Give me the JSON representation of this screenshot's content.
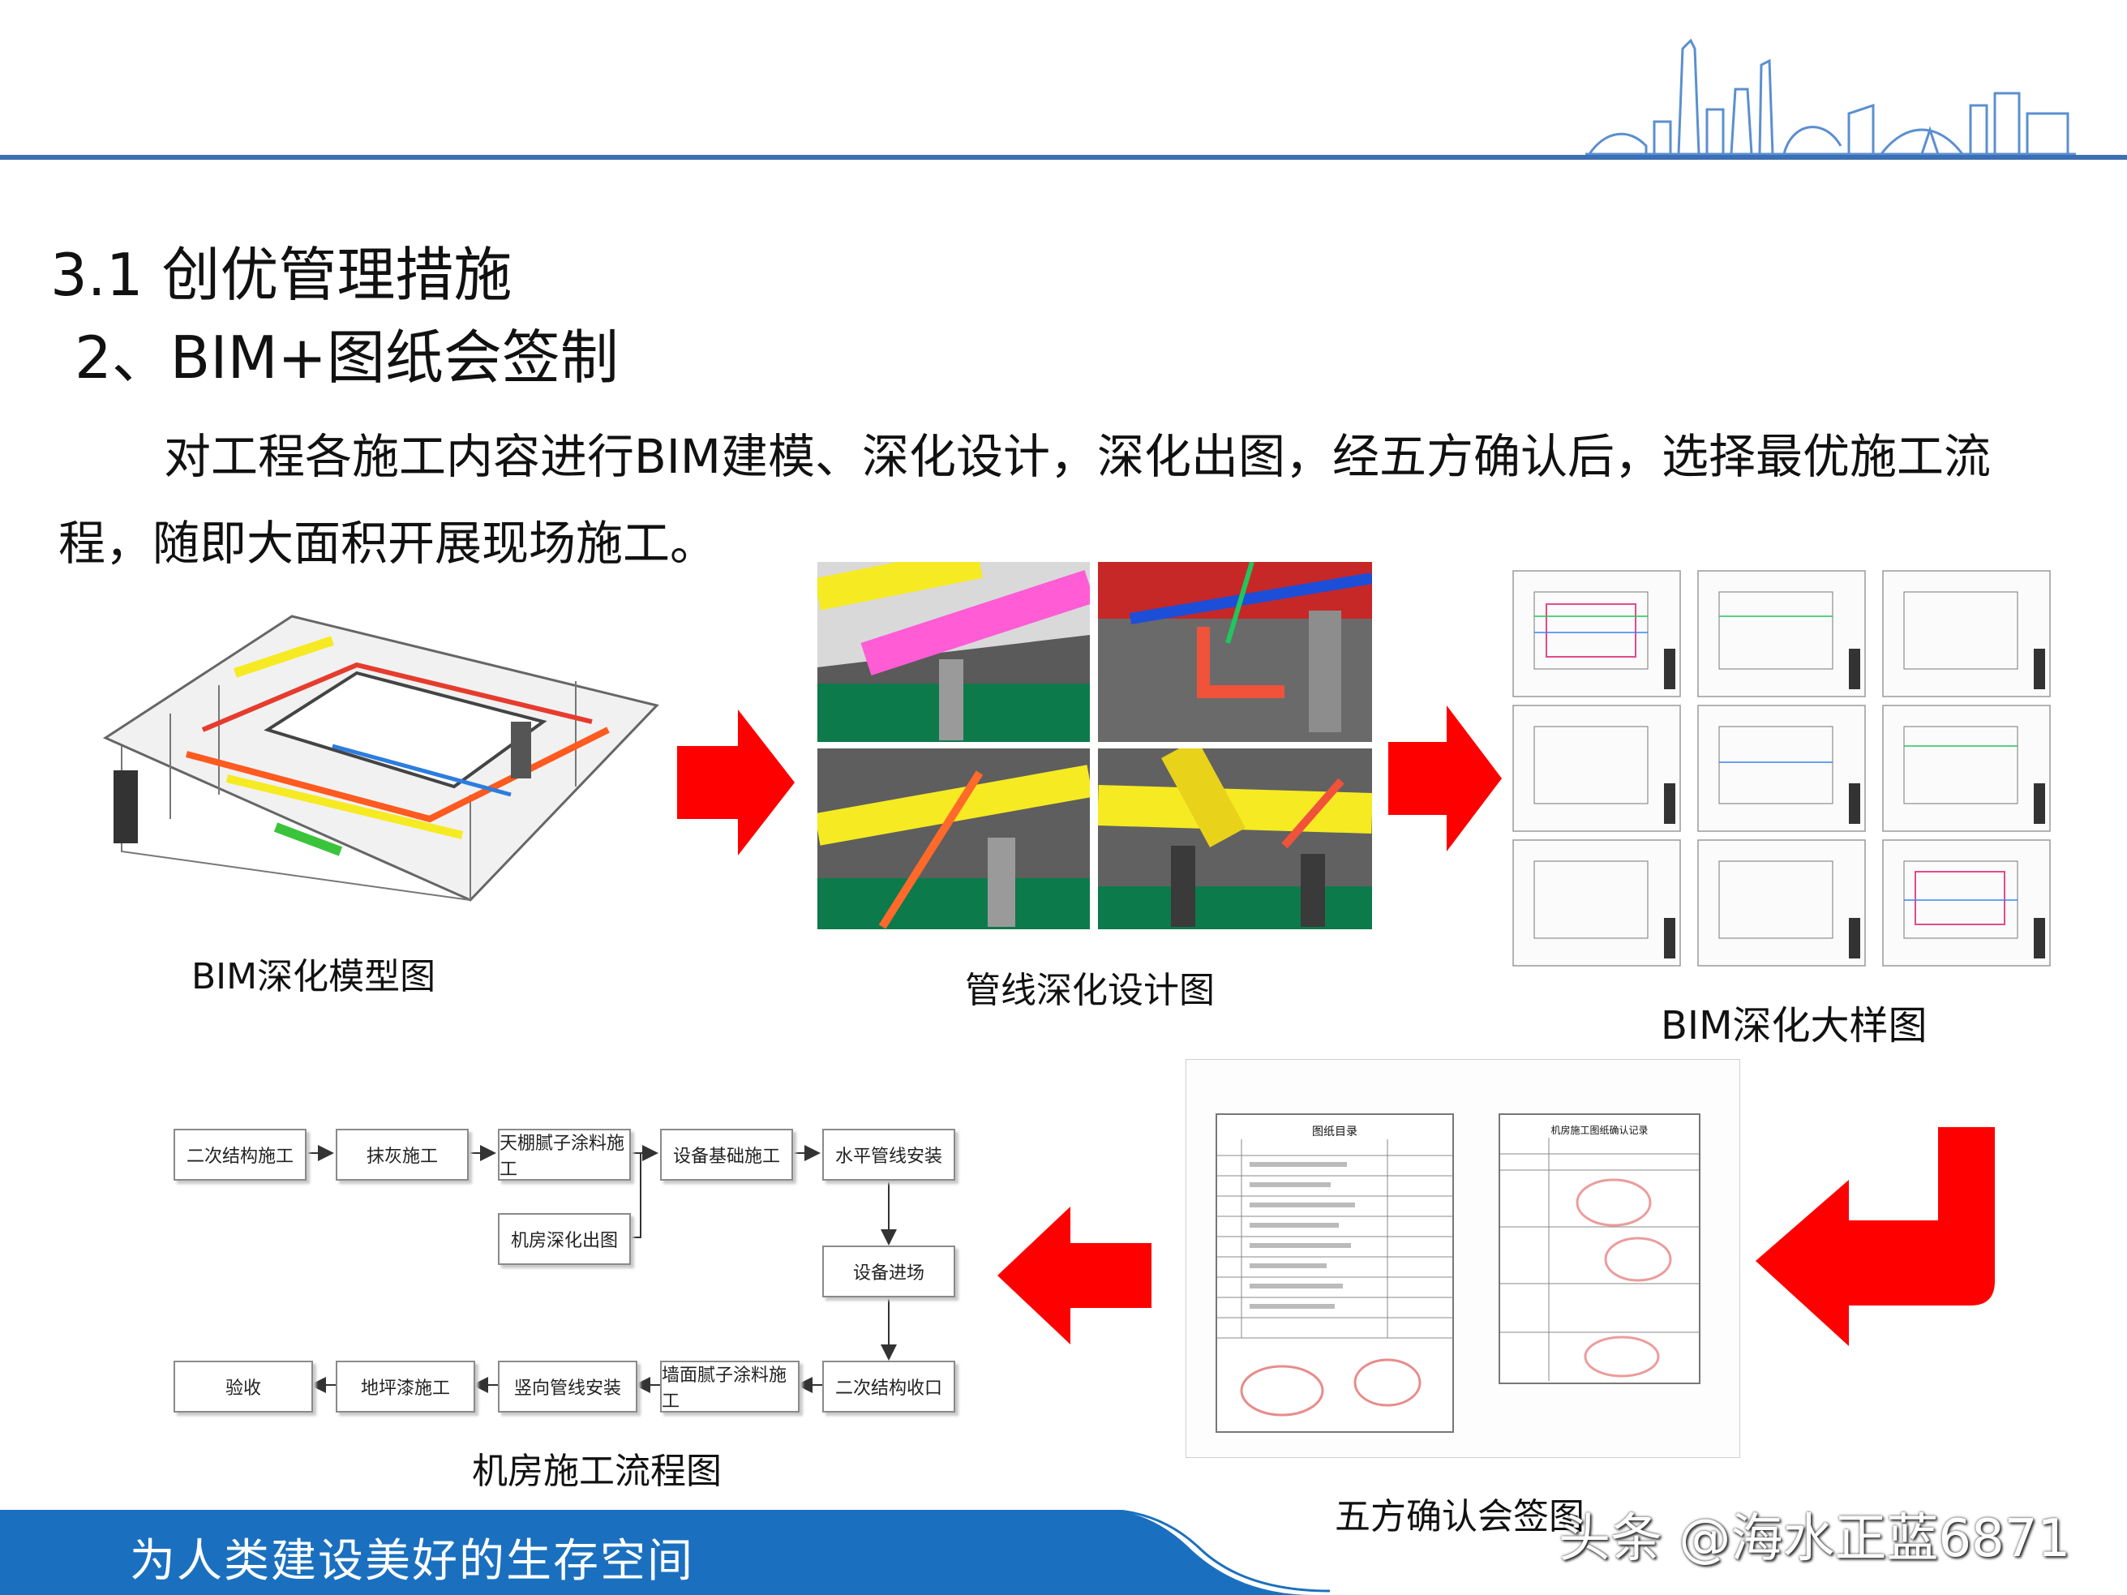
{
  "header": {
    "section_title": "3.1 创优管理措施",
    "sub_title": "2、BIM+图纸会签制",
    "paragraph": "对工程各施工内容进行BIM建模、深化设计，深化出图，经五方确认后，选择最优施工流程，随即大面积开展现场施工。"
  },
  "captions": {
    "bim_model": "BIM深化模型图",
    "pipeline": "管线深化设计图",
    "detail": "BIM深化大样图",
    "flowchart": "机房施工流程图",
    "confirm": "五方确认会签图"
  },
  "flowchart": {
    "boxes": [
      "二次结构施工",
      "抹灰施工",
      "天棚腻子涂料施工",
      "设备基础施工",
      "水平管线安装",
      "机房深化出图",
      "设备进场",
      "二次结构收口",
      "墙面腻子涂料施工",
      "竖向管线安装",
      "地坪漆施工",
      "验收"
    ]
  },
  "documents": {
    "left_title": "图纸目录",
    "right_title": "机房施工图纸确认记录"
  },
  "footer": {
    "slogan": "为人类建设美好的生存空间",
    "watermark": "头条 @海水正蓝6871"
  },
  "colors": {
    "accent_blue": "#1a70bf",
    "header_line": "#3c6fb3",
    "arrow_red": "#ff0000"
  }
}
